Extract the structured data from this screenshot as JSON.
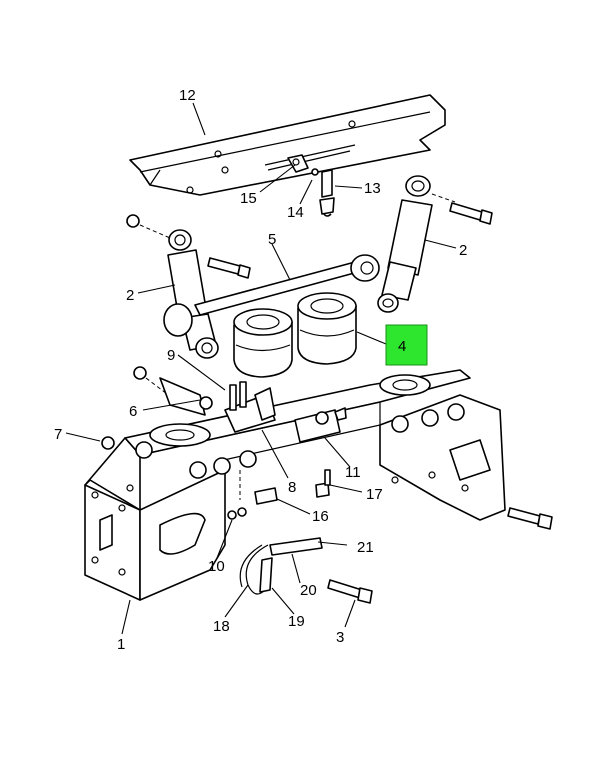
{
  "diagram": {
    "callouts": [
      "1",
      "2",
      "2",
      "3",
      "4",
      "5",
      "6",
      "7",
      "8",
      "9",
      "10",
      "11",
      "12",
      "13",
      "14",
      "15",
      "16",
      "17",
      "18",
      "19",
      "20",
      "21"
    ],
    "highlighted_callout": "4",
    "highlight_color": "#2ee62e"
  },
  "footer": {
    "left_code": "",
    "right_code": ""
  }
}
